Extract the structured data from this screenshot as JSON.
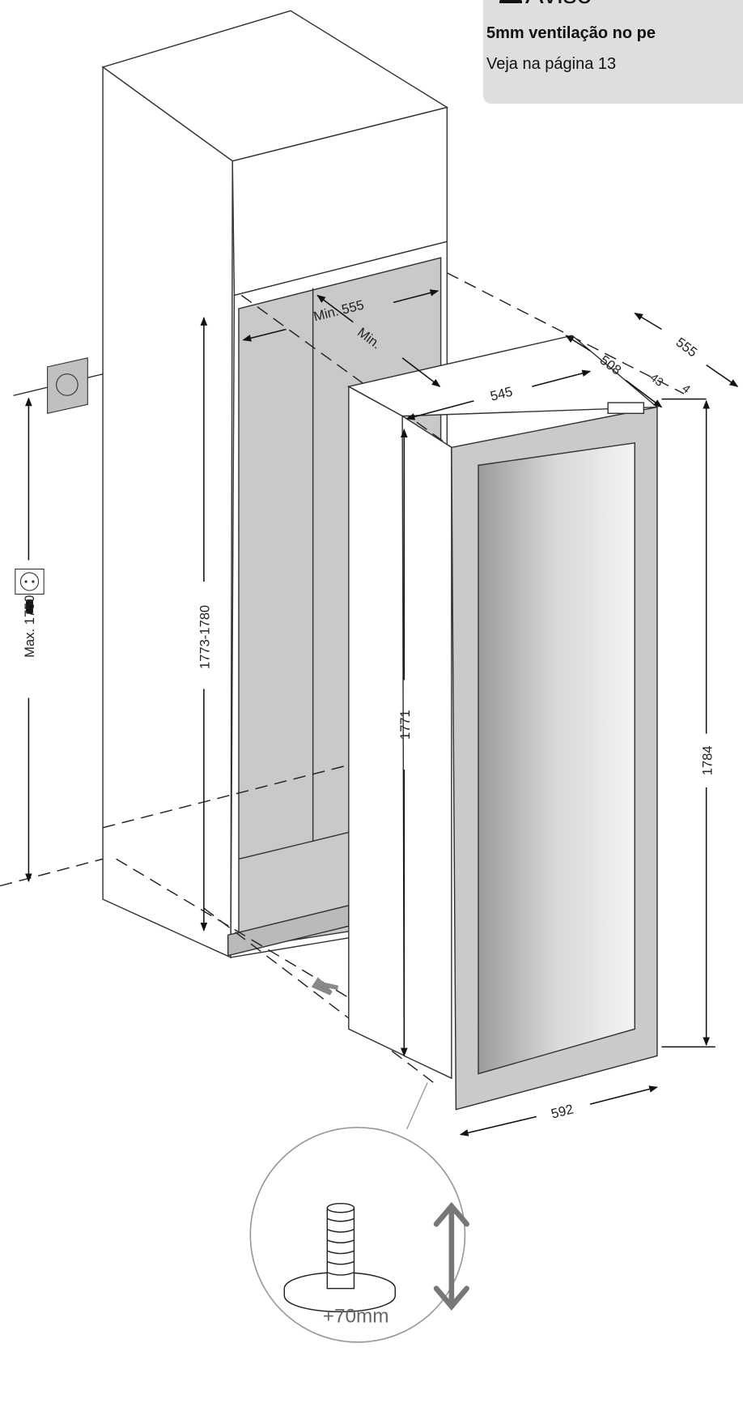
{
  "notice": {
    "title": "Aviso",
    "icon": "warning-triangle-icon",
    "bold_text": "5mm ventilação no pe",
    "text": "Veja na página 13"
  },
  "dimensions": {
    "niche_width": "Min. 555",
    "niche_depth": "Min.",
    "niche_height": "1773-1780",
    "socket_height": "Max. 1750",
    "appliance_depth_top": "555",
    "appliance_depth_body": "508",
    "door_thickness": "43",
    "gap": "4",
    "appliance_width_top": "545",
    "appliance_height_side": "1771",
    "appliance_height_total": "1784",
    "door_width": "592"
  },
  "foot_detail": {
    "label": "+70mm"
  },
  "colors": {
    "panel_gray": "#c8c9cb",
    "notice_bg": "#dcdee0",
    "line": "#222222"
  }
}
